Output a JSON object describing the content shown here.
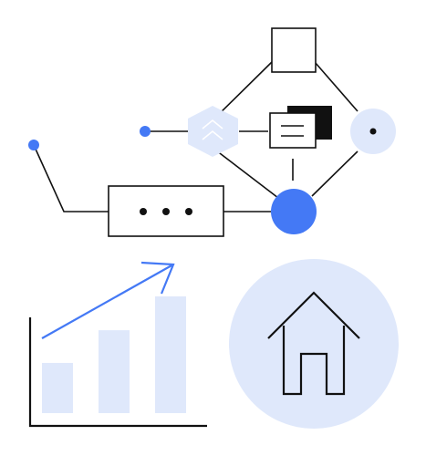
{
  "colors": {
    "ink": "#111111",
    "accent": "#4479f5",
    "pale": "#dfe8fb",
    "background": "#ffffff"
  },
  "icons": {
    "network_diagram": [
      "square-node",
      "hexagon-chevron-icon",
      "stacked-document-icon",
      "circle-dot-node",
      "filled-blue-node",
      "ellipsis-box",
      "blue-endpoint-dot"
    ],
    "bar_chart": "growth-chart-icon",
    "home": "house-icon"
  },
  "growth_chart": {
    "bars_relative": [
      0.43,
      0.71,
      1.0
    ],
    "trend": "up"
  }
}
